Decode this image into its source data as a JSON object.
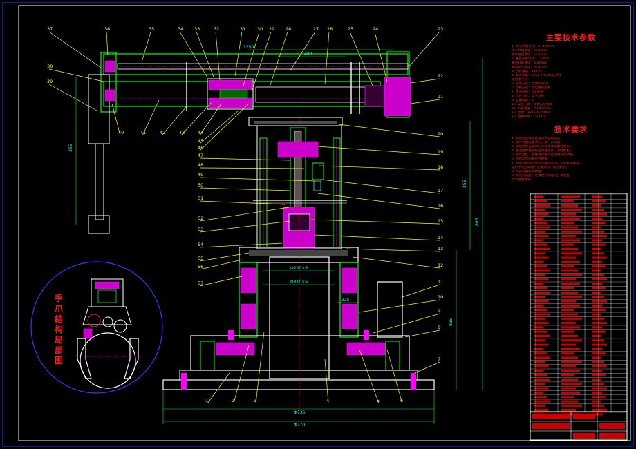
{
  "tech_params": {
    "title": "主要技术参数",
    "lines": [
      "1. 水平伸缩行程：0~400mm",
      "   水平伸缩速度：50mm/s",
      "   水平定位精度：+/-1mm",
      "2. 垂直升降行程：150mm",
      "   垂直升降速度：40mm/s",
      "   垂直定位精度：+/-1mm",
      "3. 回转角度：180°/s",
      "4. 最大负载：10kg（不同的应用场",
      "   景力度不同）",
      "5. 驱动方式：电动机带动",
      "6. 控制方式：机电编程控制",
      "7. 手爪形式：V型夹持",
      "8. 定位方式：电气位移",
      "9. 自由度数：3",
      "10. 安装方式：落地安装模式",
      "11. 机座高度：约1400mm",
      "12. 电源：380V/AC/50Hz",
      "13. 使用环境：0~40°C"
    ]
  },
  "tech_requirements": {
    "title": "技术要求",
    "lines": [
      "1. 装配时应保证各运动件运动灵活；",
      "2. 零件装配前需清洗干净，去毛刺；",
      "3. 装配时保证轴承的安装精度和配合要求；",
      "4. 各连接螺栓按规定力矩拧紧，涂防松胶；",
      "5. 滚珠丝杠、直线导轨按产品说明安装调整；",
      "6. 齿轮啮合间隙符合要求；",
      "7. 装配完成后应进行空载试运行，检查有无异常；",
      "   运行平稳后再进行负载试验，符合要求；",
      "8. 外露表面涂防锈漆；",
      "9. 制造完成后，必须进行试运行，调整各",
      "   环节达到要求。"
    ]
  },
  "detail_label": [
    "手",
    "爪",
    "结",
    "构",
    "局",
    "部",
    "图"
  ],
  "part_callouts": [
    "1",
    "2",
    "3",
    "4",
    "5",
    "6",
    "7",
    "8",
    "9",
    "10",
    "11",
    "12",
    "13",
    "14",
    "15",
    "16",
    "17",
    "18",
    "19",
    "20",
    "21",
    "22",
    "23",
    "24",
    "25",
    "26",
    "27",
    "28",
    "29",
    "30",
    "31",
    "32",
    "33",
    "34",
    "35",
    "36",
    "37",
    "38",
    "39",
    "40",
    "41",
    "42",
    "43",
    "44",
    "45",
    "46",
    "47",
    "48",
    "49",
    "50",
    "51",
    "52",
    "53",
    "54",
    "55",
    "56",
    "57"
  ],
  "dimensions": {
    "d_base_inner": "Φ736",
    "d_base_outer": "Φ770",
    "d_column_1": "Φ200×6",
    "d_column_2": "Φ310×6",
    "h_total": "865",
    "h_upper": "256",
    "h_lower": "855",
    "h_left": "365",
    "w_top_1": "1250",
    "w_top_2": "400",
    "w_small": "225"
  },
  "colors": {
    "background": "#000000",
    "border": "#2c3cff",
    "callout": "#ffff00",
    "outline": "#00ff00",
    "section": "#ff00ff",
    "dimension": "#00ffff",
    "text_red": "#ff1a1a",
    "white": "#ffffff"
  }
}
